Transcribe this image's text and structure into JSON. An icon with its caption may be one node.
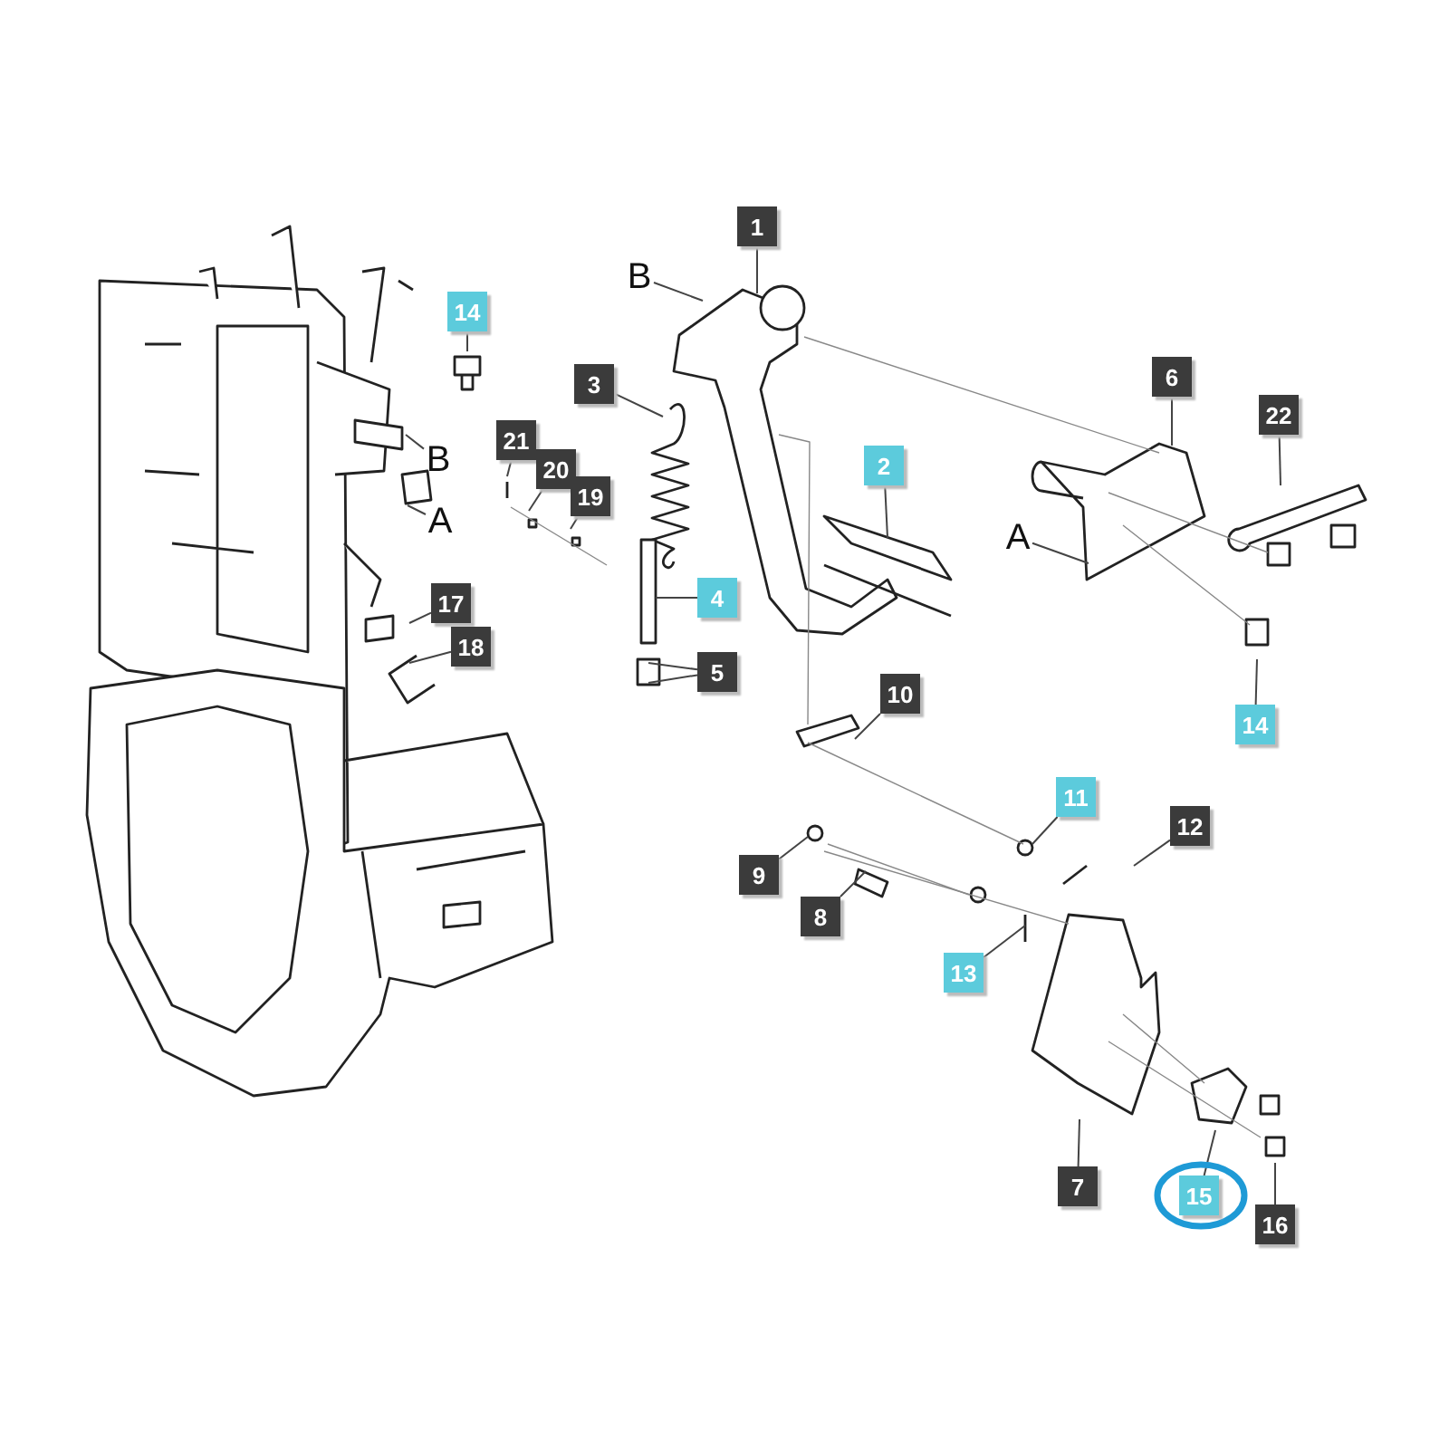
{
  "diagram": {
    "nodes": [
      {
        "text": [
          "1"
        ]
      },
      {
        "text": [
          "B"
        ]
      },
      {
        "text": [
          "14"
        ]
      },
      {
        "text": [
          "6"
        ]
      },
      {
        "text": [
          "22"
        ]
      },
      {
        "text": [
          "3"
        ]
      },
      {
        "text": [
          "2"
        ]
      },
      {
        "text": [
          "21"
        ]
      },
      {
        "text": [
          "B"
        ]
      },
      {
        "text": [
          "20"
        ]
      },
      {
        "text": [
          "19"
        ]
      },
      {
        "text": [
          "A"
        ]
      },
      {
        "text": [
          "A"
        ]
      },
      {
        "text": [
          "17"
        ]
      },
      {
        "text": [
          "4"
        ]
      },
      {
        "text": [
          "18"
        ]
      },
      {
        "text": [
          "5"
        ]
      },
      {
        "text": [
          "10"
        ]
      },
      {
        "text": [
          "14"
        ]
      },
      {
        "text": [
          "11"
        ]
      },
      {
        "text": [
          "12"
        ]
      },
      {
        "text": [
          "9"
        ]
      },
      {
        "text": [
          "8"
        ]
      },
      {
        "text": [
          "13"
        ]
      },
      {
        "text": [
          "7"
        ]
      },
      {
        "text": [
          "15"
        ]
      },
      {
        "text": [
          "16"
        ]
      }
    ],
    "edges": [
      {
        "from": 0,
        "to": null,
        "arrow": "none"
      },
      {
        "from": 1,
        "to": null,
        "arrow": "none"
      },
      {
        "from": 2,
        "to": null,
        "arrow": "none"
      },
      {
        "from": 3,
        "to": null,
        "arrow": "none"
      },
      {
        "from": 4,
        "to": null,
        "arrow": "none"
      },
      {
        "from": 5,
        "to": null,
        "arrow": "none"
      },
      {
        "from": 6,
        "to": null,
        "arrow": "none"
      },
      {
        "from": 7,
        "to": null,
        "arrow": "none"
      },
      {
        "from": 8,
        "to": null,
        "arrow": "none"
      },
      {
        "from": 9,
        "to": null,
        "arrow": "none"
      },
      {
        "from": 10,
        "to": null,
        "arrow": "none"
      },
      {
        "from": 11,
        "to": null,
        "arrow": "none"
      },
      {
        "from": 12,
        "to": null,
        "arrow": "none"
      },
      {
        "from": 13,
        "to": null,
        "arrow": "none"
      },
      {
        "from": 14,
        "to": null,
        "arrow": "none"
      },
      {
        "from": 15,
        "to": null,
        "arrow": "none"
      },
      {
        "from": 16,
        "to": null,
        "arrow": "none"
      },
      {
        "from": 17,
        "to": null,
        "arrow": "none"
      },
      {
        "from": 18,
        "to": null,
        "arrow": "none"
      },
      {
        "from": 19,
        "to": null,
        "arrow": "none"
      },
      {
        "from": 20,
        "to": null,
        "arrow": "none"
      },
      {
        "from": 21,
        "to": null,
        "arrow": "none"
      },
      {
        "from": 22,
        "to": null,
        "arrow": "none"
      },
      {
        "from": 23,
        "to": null,
        "arrow": "none"
      },
      {
        "from": 24,
        "to": null,
        "arrow": "none"
      },
      {
        "from": 25,
        "to": null,
        "arrow": "none"
      },
      {
        "from": 26,
        "to": null,
        "arrow": "none"
      }
    ]
  }
}
